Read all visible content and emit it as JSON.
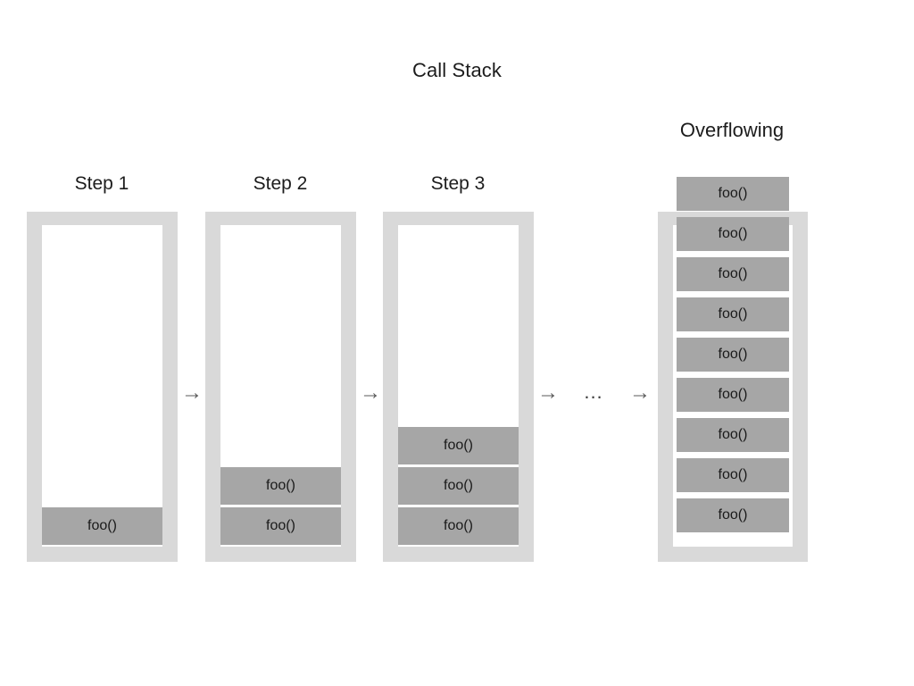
{
  "diagram": {
    "title": "Call Stack",
    "overflow_title": "Overflowing",
    "frame_label": "foo()",
    "ellipsis": "...",
    "arrow_glyph": "→",
    "colors": {
      "background": "#ffffff",
      "container": "#d9d9d9",
      "container_inner": "#ffffff",
      "frame": "#a6a6a6",
      "text": "#1a1a1a",
      "arrow": "#595959"
    }
  },
  "steps": [
    {
      "id": "step-1",
      "label": "Step 1",
      "frame_count": 1,
      "frames": [
        {
          "label": "foo()"
        }
      ]
    },
    {
      "id": "step-2",
      "label": "Step 2",
      "frame_count": 2,
      "frames": [
        {
          "label": "foo()"
        },
        {
          "label": "foo()"
        }
      ]
    },
    {
      "id": "step-3",
      "label": "Step 3",
      "frame_count": 3,
      "frames": [
        {
          "label": "foo()"
        },
        {
          "label": "foo()"
        },
        {
          "label": "foo()"
        }
      ]
    }
  ],
  "overflowing": {
    "id": "overflowing",
    "label": "Overflowing",
    "frame_count": 9,
    "frames": [
      {
        "label": "foo()"
      },
      {
        "label": "foo()"
      },
      {
        "label": "foo()"
      },
      {
        "label": "foo()"
      },
      {
        "label": "foo()"
      },
      {
        "label": "foo()"
      },
      {
        "label": "foo()"
      },
      {
        "label": "foo()"
      },
      {
        "label": "foo()"
      }
    ]
  },
  "connectors": [
    {
      "id": "arrow-1",
      "glyph": "→"
    },
    {
      "id": "arrow-2",
      "glyph": "→"
    },
    {
      "id": "arrow-3",
      "glyph": "→"
    },
    {
      "id": "arrow-4",
      "glyph": "→"
    }
  ]
}
